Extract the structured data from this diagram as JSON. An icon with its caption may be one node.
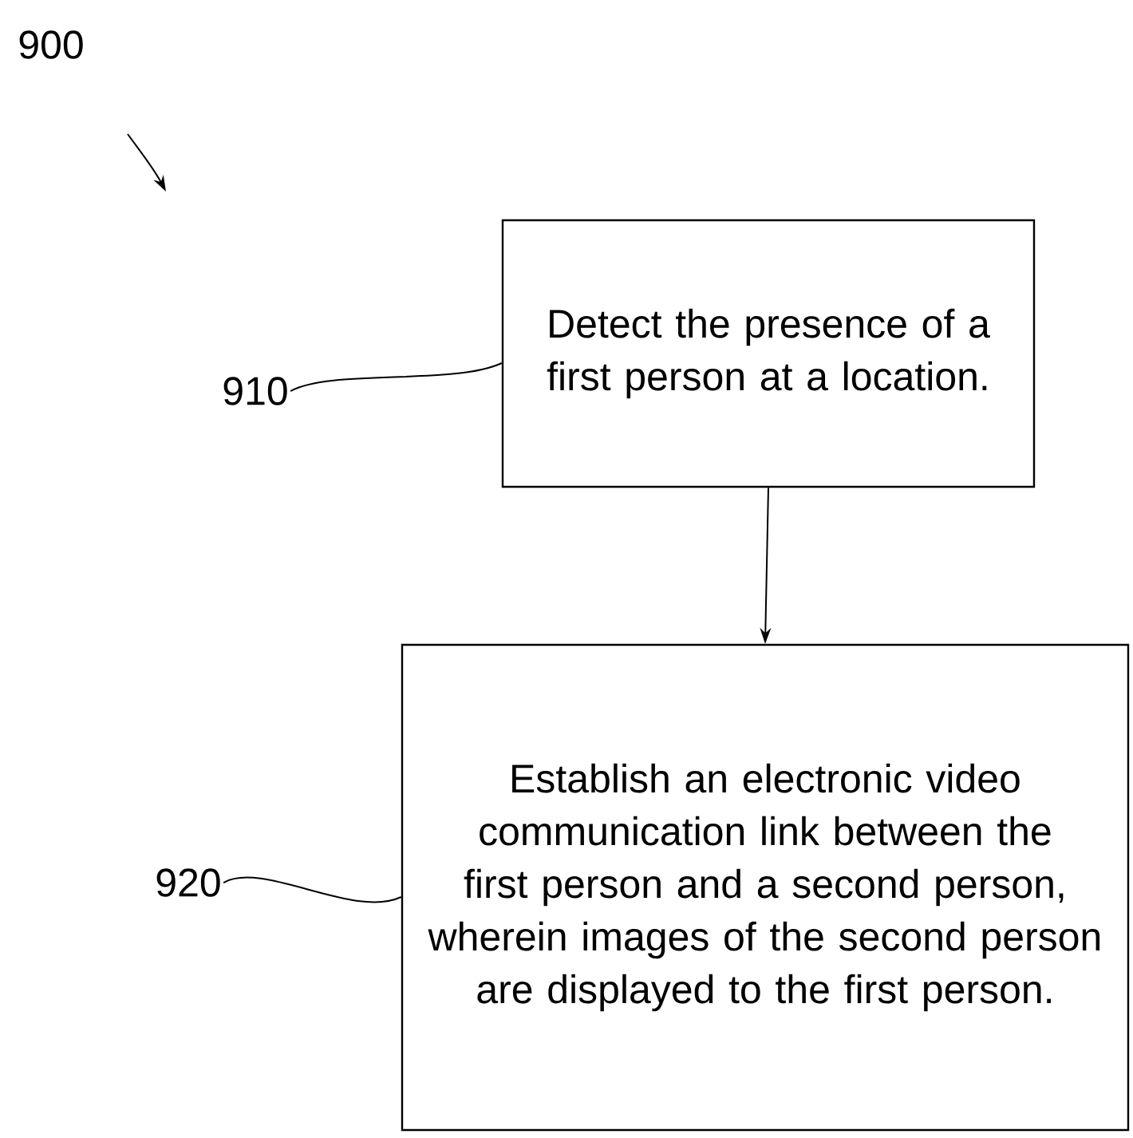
{
  "diagram": {
    "nodes": [
      {
        "text": [
          "Detect the presence of a first person at a location."
        ]
      },
      {
        "text": [
          "Establish an electronic video communication link between the first person and a second person, wherein images of the second person are displayed to the first person."
        ]
      },
      {
        "text": [
          "910"
        ]
      },
      {
        "text": [
          "920"
        ]
      }
    ],
    "edges": [
      {
        "from": 0,
        "to": 1,
        "arrow": "to"
      },
      {
        "from": 2,
        "to": 0,
        "arrow": "none"
      },
      {
        "from": 3,
        "to": 1,
        "arrow": "none"
      }
    ],
    "labels": [
      "900"
    ]
  }
}
